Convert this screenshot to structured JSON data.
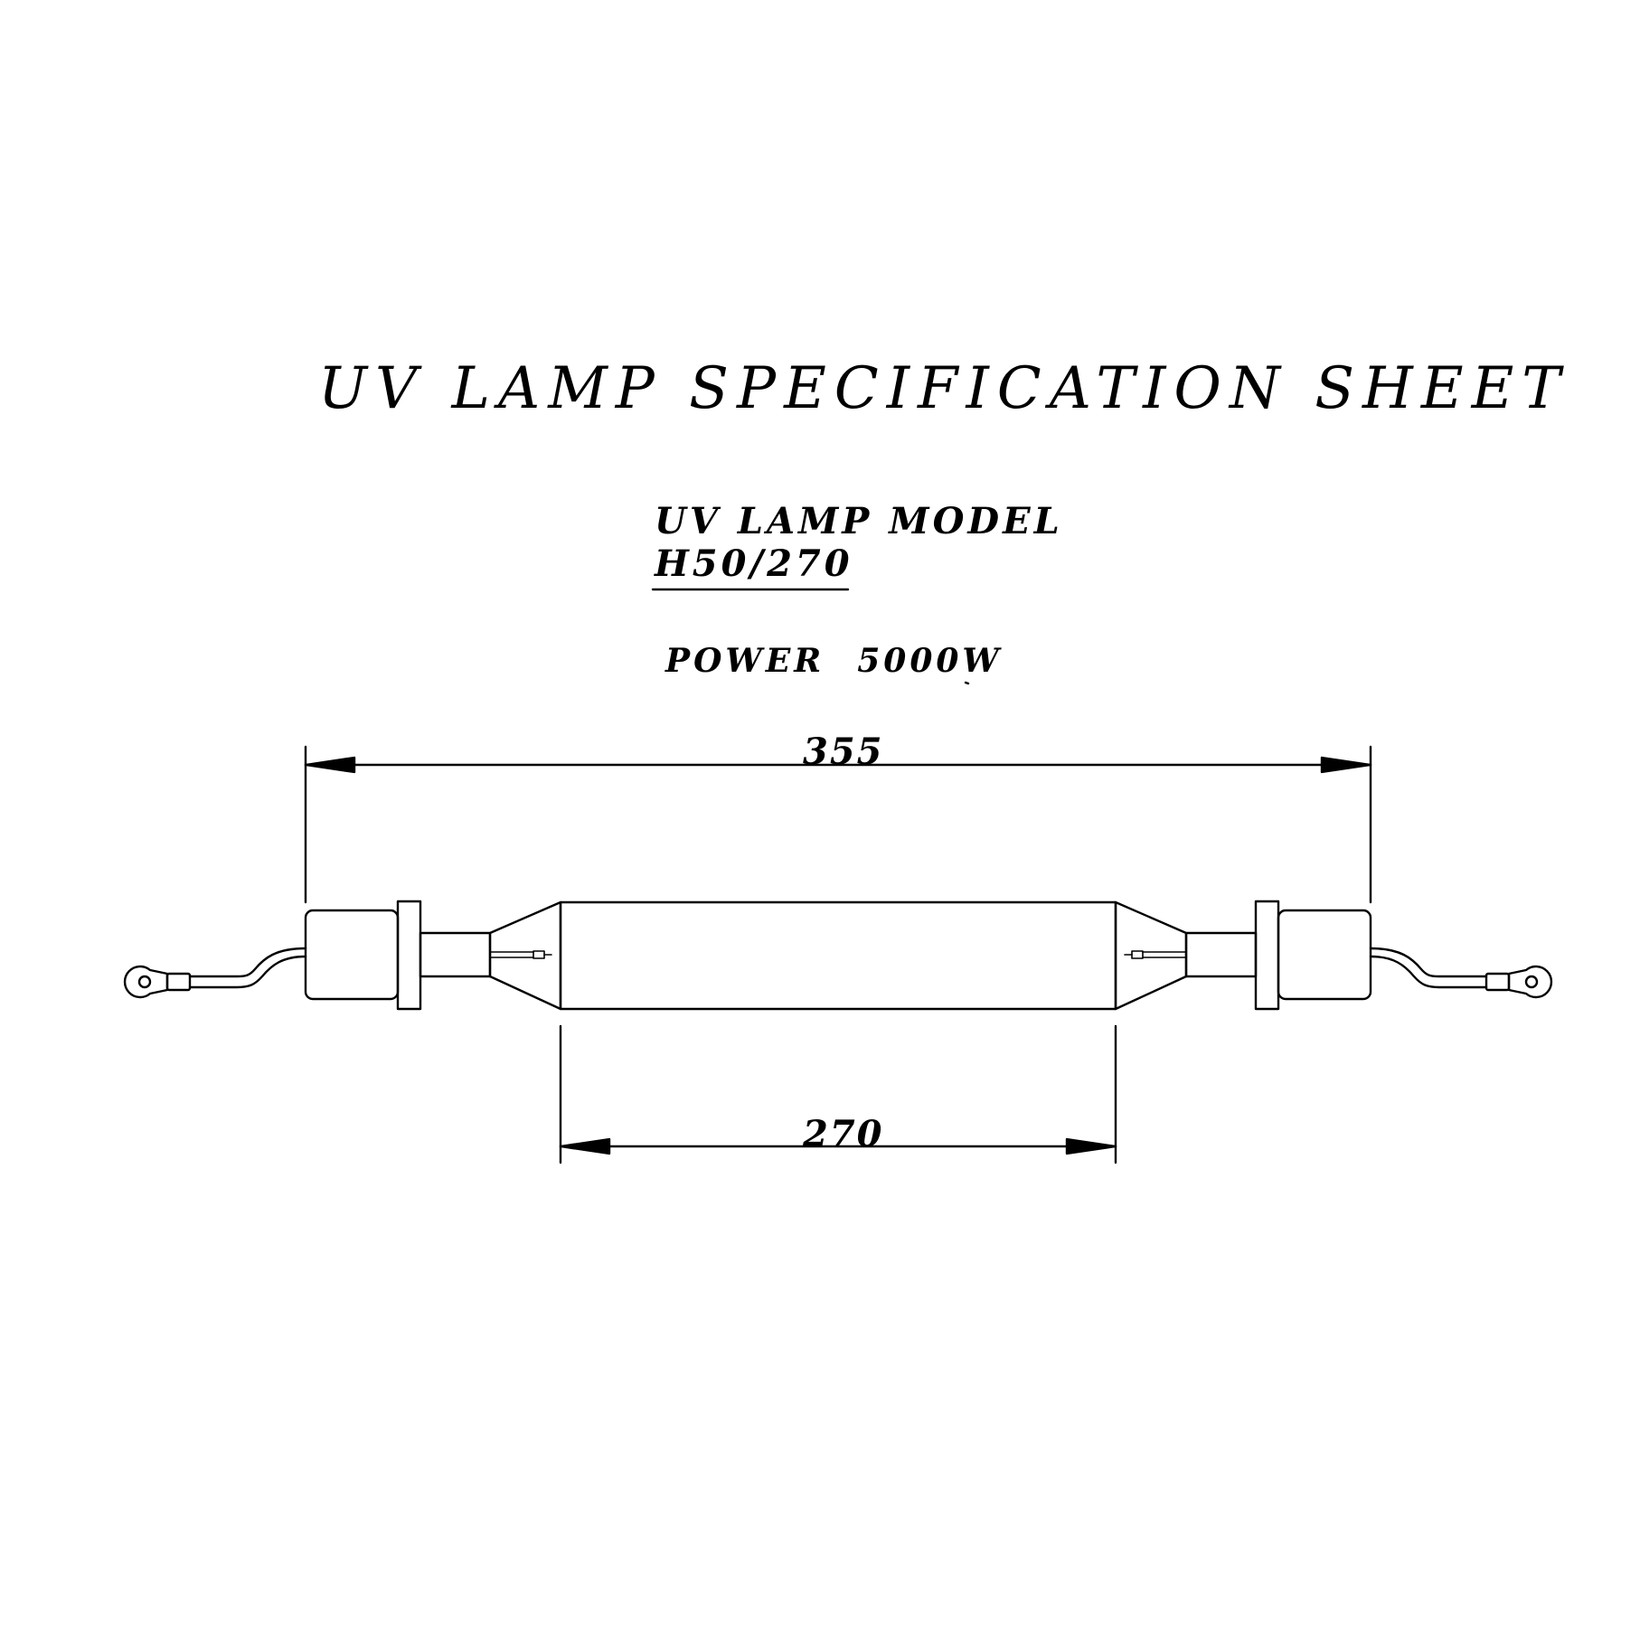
{
  "sheet": {
    "title": "UV LAMP SPECIFICATION SHEET",
    "model_label": "UV LAMP MODEL",
    "model_value": "H50/270",
    "power_label": "POWER",
    "power_value": "5000W"
  },
  "dimensions": {
    "overall_length": "355",
    "arc_length": "270"
  },
  "colors": {
    "line": "#000000",
    "background": "#ffffff"
  }
}
